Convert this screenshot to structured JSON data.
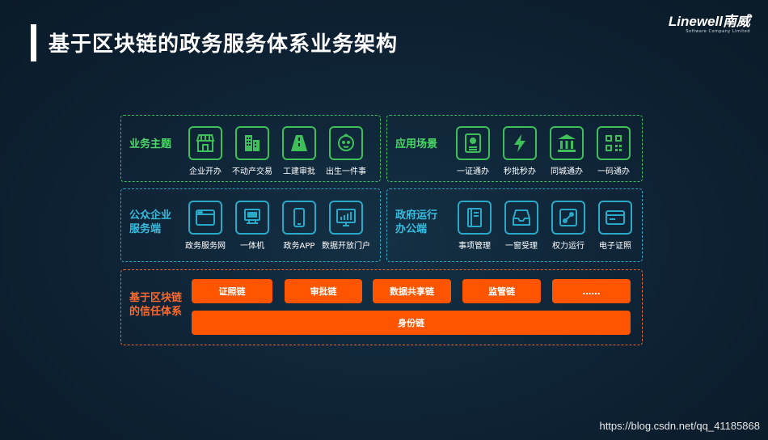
{
  "header": {
    "title": "基于区块链的政务服务体系业务架构"
  },
  "logo": {
    "main": "Linewell南威",
    "sub": "Software Company Limited"
  },
  "panels": {
    "business": {
      "label": "业务主题",
      "items": [
        {
          "label": "企业开办",
          "icon": "storefront-icon"
        },
        {
          "label": "不动产交易",
          "icon": "buildings-icon"
        },
        {
          "label": "工建审批",
          "icon": "road-icon"
        },
        {
          "label": "出生一件事",
          "icon": "baby-face-icon"
        }
      ]
    },
    "scenario": {
      "label": "应用场景",
      "items": [
        {
          "label": "一证通办",
          "icon": "id-card-icon"
        },
        {
          "label": "秒批秒办",
          "icon": "lightning-icon"
        },
        {
          "label": "同城通办",
          "icon": "government-building-icon"
        },
        {
          "label": "一码通办",
          "icon": "qr-code-icon"
        }
      ]
    },
    "public": {
      "label_line1": "公众企业",
      "label_line2": "服务端",
      "items": [
        {
          "label": "政务服务网",
          "icon": "browser-window-icon"
        },
        {
          "label": "一体机",
          "icon": "kiosk-icon"
        },
        {
          "label": "政务APP",
          "icon": "smartphone-icon"
        },
        {
          "label": "数据开放门户",
          "icon": "dashboard-monitor-icon"
        }
      ]
    },
    "gov": {
      "label_line1": "政府运行",
      "label_line2": "办公端",
      "items": [
        {
          "label": "事项管理",
          "icon": "notebook-icon"
        },
        {
          "label": "一窗受理",
          "icon": "inbox-tray-icon"
        },
        {
          "label": "权力运行",
          "icon": "workflow-icon"
        },
        {
          "label": "电子证照",
          "icon": "license-card-icon"
        }
      ]
    },
    "trust": {
      "label_line1": "基于区块链",
      "label_line2": "的信任体系",
      "chains": [
        "证照链",
        "审批链",
        "数据共享链",
        "监管链",
        "……"
      ],
      "base_chain": "身份链"
    }
  },
  "watermark": "https://blog.csdn.net/qq_41185868",
  "colors": {
    "green": "#3fbf5a",
    "cyan": "#2aa8c8",
    "orange": "#ff5500"
  }
}
